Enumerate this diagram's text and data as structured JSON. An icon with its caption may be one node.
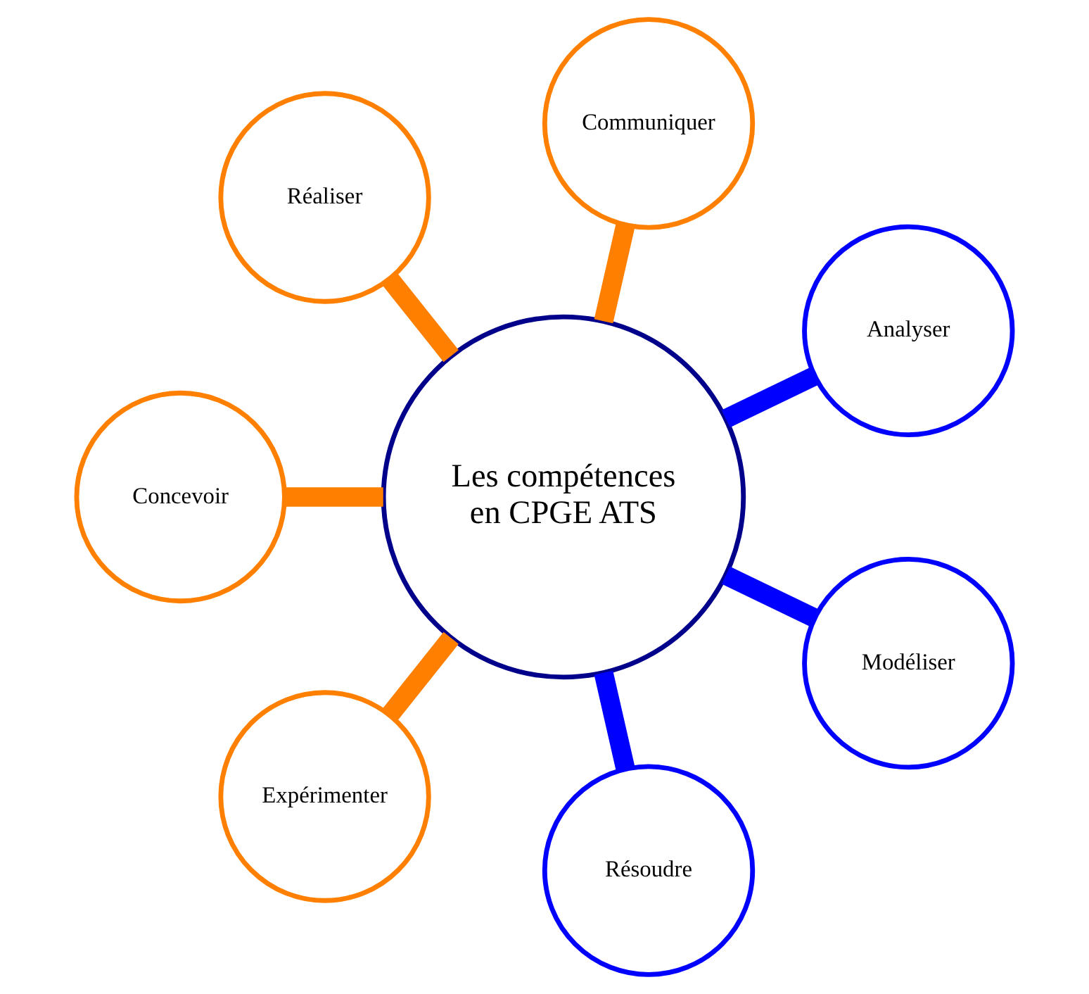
{
  "diagram": {
    "nodes": [
      {
        "text": [
          "Les compétences en CPGE ATS"
        ]
      },
      {
        "text": [
          "Analyser"
        ]
      },
      {
        "text": [
          "Communiquer"
        ]
      },
      {
        "text": [
          "Réaliser"
        ]
      },
      {
        "text": [
          "Concevoir"
        ]
      },
      {
        "text": [
          "Expérimenter"
        ]
      },
      {
        "text": [
          "Résoudre"
        ]
      },
      {
        "text": [
          "Modéliser"
        ]
      }
    ],
    "edges": [
      {
        "from": 0,
        "to": 1,
        "arrow": "none",
        "color": "#0000ff"
      },
      {
        "from": 0,
        "to": 2,
        "arrow": "none"
      },
      {
        "from": 0,
        "to": 3,
        "arrow": "none"
      },
      {
        "from": 0,
        "to": 4,
        "arrow": "none"
      },
      {
        "from": 0,
        "to": 5,
        "arrow": "none"
      },
      {
        "from": 0,
        "to": 6,
        "arrow": "none",
        "color": "#0000ff"
      },
      {
        "from": 0,
        "to": 7,
        "arrow": "none",
        "color": "#0000ff"
      }
    ]
  }
}
